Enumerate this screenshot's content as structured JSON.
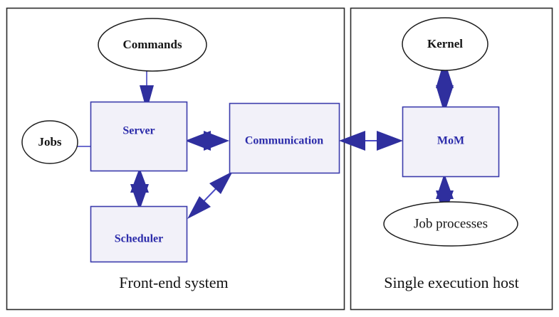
{
  "diagram": {
    "title_text_visible": false,
    "colors": {
      "box_fill": "#f2f1f9",
      "box_stroke": "#3b3bab",
      "box_text": "#2b2baa",
      "ellipse_stroke": "#1d1d1d",
      "ellipse_text": "#151515",
      "arrow_fill": "#2f2f9e",
      "line_stroke": "#4a4ac4",
      "panel_stroke": "#2b2b2b",
      "background": "#ffffff"
    },
    "panels": [
      {
        "id": "front-end-system",
        "caption": "Front-end system"
      },
      {
        "id": "single-execution-host",
        "caption": "Single execution host"
      }
    ],
    "boxes": [
      {
        "id": "server",
        "label": "Server"
      },
      {
        "id": "communication",
        "label": "Communication"
      },
      {
        "id": "scheduler",
        "label": "Scheduler"
      },
      {
        "id": "mom",
        "label": "MoM"
      }
    ],
    "ellipses": [
      {
        "id": "commands",
        "label": "Commands"
      },
      {
        "id": "jobs",
        "label": "Jobs"
      },
      {
        "id": "kernel",
        "label": "Kernel"
      },
      {
        "id": "job-processes",
        "label": "Job processes"
      }
    ],
    "connections": [
      {
        "id": "commands-to-server",
        "from": "commands",
        "to": "server",
        "direction": "one-way"
      },
      {
        "id": "jobs-to-server",
        "from": "jobs",
        "to": "server",
        "direction": "one-way"
      },
      {
        "id": "server-communication",
        "from": "server",
        "to": "communication",
        "direction": "two-way"
      },
      {
        "id": "server-scheduler",
        "from": "server",
        "to": "scheduler",
        "direction": "two-way"
      },
      {
        "id": "scheduler-communication",
        "from": "scheduler",
        "to": "communication",
        "direction": "two-way"
      },
      {
        "id": "communication-mom",
        "from": "communication",
        "to": "mom",
        "direction": "two-way"
      },
      {
        "id": "kernel-mom",
        "from": "kernel",
        "to": "mom",
        "direction": "two-way"
      },
      {
        "id": "mom-job-processes",
        "from": "mom",
        "to": "job-processes",
        "direction": "two-way"
      }
    ]
  }
}
